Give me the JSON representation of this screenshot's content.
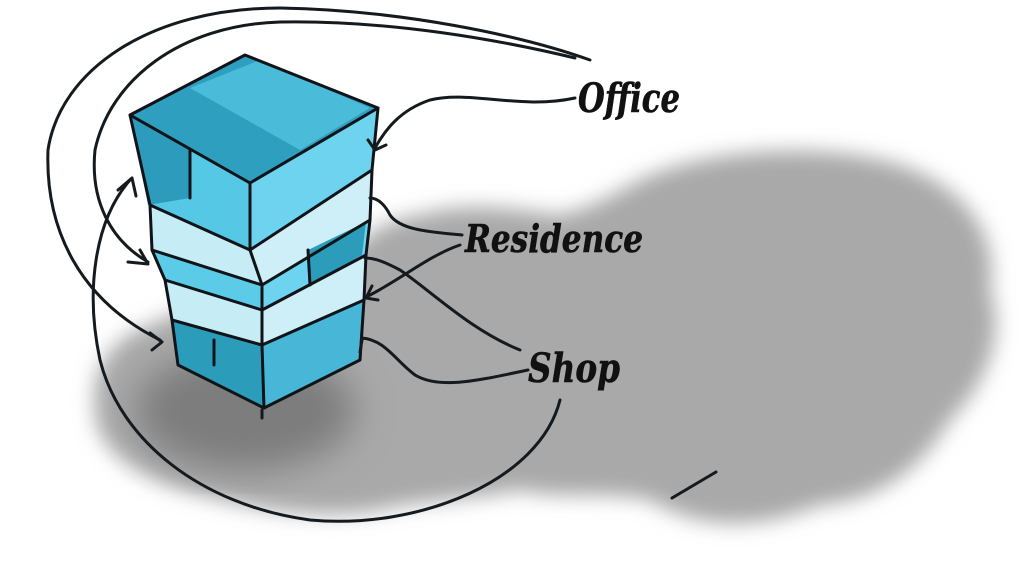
{
  "labels": {
    "office": "Office",
    "residence": "Residence",
    "shop": "Shop"
  },
  "colors": {
    "shadow": "#a9a9a9",
    "shadow_dark": "#7f7f7f",
    "office_top": "#2f9fc0",
    "office_front": "#55c8e6",
    "office_side": "#6dd3ee",
    "residence": "#c6ecf6",
    "shop_front": "#2b9dbb",
    "shop_side": "#48b6d6",
    "ink": "#151a1e"
  },
  "building": {
    "floors": [
      "Office",
      "Residence",
      "Office",
      "Residence",
      "Shop"
    ]
  }
}
